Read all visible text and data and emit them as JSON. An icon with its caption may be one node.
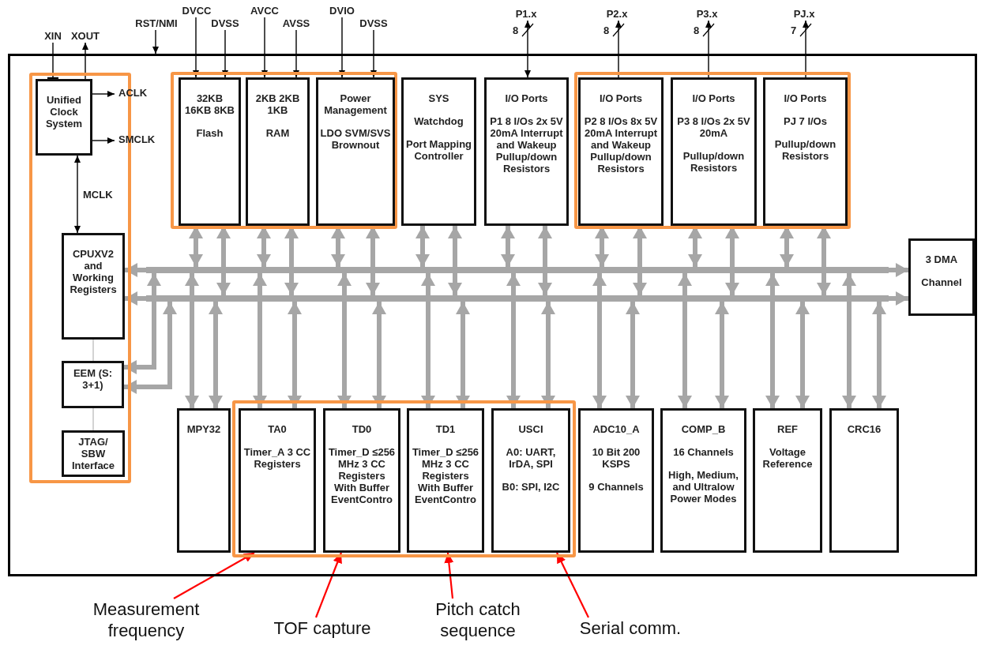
{
  "diagram": {
    "nodes": [
      {
        "text": [
          "XIN"
        ]
      },
      {
        "text": [
          "XOUT"
        ]
      },
      {
        "text": [
          "RST/NMI"
        ]
      },
      {
        "text": [
          "DVCC"
        ]
      },
      {
        "text": [
          "DVSS"
        ]
      },
      {
        "text": [
          "AVCC"
        ]
      },
      {
        "text": [
          "AVSS"
        ]
      },
      {
        "text": [
          "DVIO"
        ]
      },
      {
        "text": [
          "DVSS"
        ]
      },
      {
        "text": [
          "P1.x"
        ]
      },
      {
        "text": [
          "P2.x"
        ]
      },
      {
        "text": [
          "P3.x"
        ]
      },
      {
        "text": [
          "PJ.x"
        ]
      },
      {
        "text": [],
        "shape": "box"
      },
      {
        "text": [],
        "shape": "box",
        "in": 13
      },
      {
        "text": [
          "Unified Clock System"
        ],
        "in": 14
      },
      {
        "text": [
          "ACLK"
        ],
        "in": 13
      },
      {
        "text": [
          "SMCLK"
        ],
        "in": 13
      },
      {
        "text": [],
        "shape": "box",
        "in": 13
      },
      {
        "text": [
          "32KB 16KB 8KB",
          "Flash"
        ],
        "in": 18
      },
      {
        "text": [
          "2KB 2KB 1KB",
          "RAM"
        ],
        "in": 18
      },
      {
        "text": [
          "Power Management",
          "LDO SVM/SVS Brownout"
        ],
        "in": 18
      },
      {
        "text": [
          "SYS",
          "Watchdog",
          "Port Mapping Controller"
        ],
        "in": 13
      },
      {
        "text": [
          "I/O Ports",
          "P1 8 I/Os 2x 5V 20mA Interrupt and Wakeup Pullup/down Resistors"
        ],
        "in": 13
      },
      {
        "text": [],
        "shape": "box",
        "in": 13
      },
      {
        "text": [
          "I/O Ports",
          "P2 8 I/Os 8x 5V 20mA Interrupt and Wakeup Pullup/down Resistors"
        ],
        "in": 24
      },
      {
        "text": [
          "I/O Ports",
          "P3 8 I/Os 2x 5V 20mA",
          "Pullup/down Resistors"
        ],
        "in": 24
      },
      {
        "text": [
          "I/O Ports",
          "PJ 7 I/Os",
          "Pullup/down Resistors"
        ],
        "in": 24
      },
      {
        "text": [
          "CPUXV2 and Working Registers"
        ],
        "in": 14
      },
      {
        "text": [],
        "shape": "bar",
        "in": 13
      },
      {
        "text": [],
        "shape": "bar",
        "in": 13
      },
      {
        "text": [
          "3 DMA",
          "Channel"
        ],
        "in": 13
      },
      {
        "text": [
          "EEM (S: 3+1)"
        ],
        "in": 14
      },
      {
        "text": [
          "MPY32"
        ],
        "in": 13
      },
      {
        "text": [],
        "shape": "box",
        "in": 13
      },
      {
        "text": [
          "TA0",
          "Timer_A 3 CC Registers"
        ],
        "in": 34
      },
      {
        "text": [
          "TD0",
          "Timer_D ≤256 MHz 3 CC Registers With Buffer EventContro"
        ],
        "in": 34
      },
      {
        "text": [
          "TD1",
          "Timer_D ≤256 MHz 3 CC Registers With Buffer EventContro"
        ],
        "in": 34
      },
      {
        "text": [
          "USCI",
          "A0: UART, IrDA, SPI",
          "B0: SPI, I2C"
        ],
        "in": 34
      },
      {
        "text": [
          "ADC10_A",
          "10 Bit 200 KSPS",
          "9 Channels"
        ],
        "in": 13
      },
      {
        "text": [
          "COMP_B",
          "16 Channels",
          "High, Medium, and Ultralow Power Modes"
        ],
        "in": 13
      },
      {
        "text": [
          "REF",
          "Voltage Reference"
        ],
        "in": 13
      },
      {
        "text": [
          "CRC16"
        ],
        "in": 13
      },
      {
        "text": [
          "JTAG/ SBW Interface"
        ],
        "in": 14
      },
      {
        "text": [
          "Measurement frequency"
        ]
      },
      {
        "text": [
          "TOF capture"
        ]
      },
      {
        "text": [
          "Pitch catch sequence"
        ]
      },
      {
        "text": [
          "Serial comm."
        ]
      }
    ],
    "edges": [
      {
        "from": 0,
        "to": 15,
        "arrow": "other",
        "color": "#000000"
      },
      {
        "from": 15,
        "to": 1,
        "arrow": "to",
        "color": "#000000"
      },
      {
        "from": 2,
        "to": 13,
        "arrow": "to",
        "color": "#000000"
      },
      {
        "from": 3,
        "to": 19,
        "arrow": "to",
        "color": "#000000"
      },
      {
        "from": 4,
        "to": 19,
        "arrow": "to",
        "color": "#000000"
      },
      {
        "from": 5,
        "to": 20,
        "arrow": "to",
        "color": "#000000"
      },
      {
        "from": 6,
        "to": 20,
        "arrow": "to",
        "color": "#000000"
      },
      {
        "from": 7,
        "to": 21,
        "arrow": "to",
        "color": "#000000"
      },
      {
        "from": 8,
        "to": 21,
        "arrow": "to",
        "color": "#000000"
      },
      {
        "from": 23,
        "to": 9,
        "arrow": "both",
        "label": "8",
        "color": "#000000"
      },
      {
        "from": 25,
        "to": 10,
        "arrow": "to",
        "label": "8",
        "color": "#000000"
      },
      {
        "from": 26,
        "to": 11,
        "arrow": "to",
        "label": "8",
        "color": "#000000"
      },
      {
        "from": 27,
        "to": 12,
        "arrow": "to",
        "label": "7",
        "color": "#000000"
      },
      {
        "from": 15,
        "to": 16,
        "arrow": "to",
        "color": "#000000"
      },
      {
        "from": 15,
        "to": 17,
        "arrow": "to",
        "color": "#000000"
      },
      {
        "from": 15,
        "to": 28,
        "arrow": "both",
        "label": "MCLK",
        "color": "#000000"
      },
      {
        "from": 28,
        "to": 32,
        "arrow": "none",
        "color": "#c0c0c0"
      },
      {
        "from": 32,
        "to": 43,
        "arrow": "none",
        "color": "#c0c0c0"
      },
      {
        "from": 29,
        "to": 28,
        "arrow": "to"
      },
      {
        "from": 30,
        "to": 28,
        "arrow": "to"
      },
      {
        "from": 29,
        "to": 31,
        "arrow": "to"
      },
      {
        "from": 30,
        "to": 31,
        "arrow": "to"
      },
      {
        "from": 32,
        "to": 29,
        "arrow": "both"
      },
      {
        "from": 32,
        "to": 30,
        "arrow": "both"
      },
      {
        "from": 19,
        "to": 29,
        "arrow": "both"
      },
      {
        "from": 19,
        "to": 30,
        "arrow": "both"
      },
      {
        "from": 20,
        "to": 29,
        "arrow": "both"
      },
      {
        "from": 20,
        "to": 30,
        "arrow": "both"
      },
      {
        "from": 21,
        "to": 29,
        "arrow": "both"
      },
      {
        "from": 21,
        "to": 30,
        "arrow": "both"
      },
      {
        "from": 22,
        "to": 29,
        "arrow": "both"
      },
      {
        "from": 22,
        "to": 30,
        "arrow": "both"
      },
      {
        "from": 23,
        "to": 29,
        "arrow": "both"
      },
      {
        "from": 23,
        "to": 30,
        "arrow": "both"
      },
      {
        "from": 25,
        "to": 29,
        "arrow": "both"
      },
      {
        "from": 25,
        "to": 30,
        "arrow": "both"
      },
      {
        "from": 26,
        "to": 29,
        "arrow": "both"
      },
      {
        "from": 26,
        "to": 30,
        "arrow": "both"
      },
      {
        "from": 27,
        "to": 29,
        "arrow": "both"
      },
      {
        "from": 27,
        "to": 30,
        "arrow": "both"
      },
      {
        "from": 33,
        "to": 29,
        "arrow": "both"
      },
      {
        "from": 33,
        "to": 30,
        "arrow": "both"
      },
      {
        "from": 35,
        "to": 29,
        "arrow": "both"
      },
      {
        "from": 35,
        "to": 30,
        "arrow": "both"
      },
      {
        "from": 36,
        "to": 29,
        "arrow": "both"
      },
      {
        "from": 36,
        "to": 30,
        "arrow": "both"
      },
      {
        "from": 37,
        "to": 29,
        "arrow": "both"
      },
      {
        "from": 37,
        "to": 30,
        "arrow": "both"
      },
      {
        "from": 38,
        "to": 29,
        "arrow": "both"
      },
      {
        "from": 38,
        "to": 30,
        "arrow": "both"
      },
      {
        "from": 39,
        "to": 29,
        "arrow": "both"
      },
      {
        "from": 39,
        "to": 30,
        "arrow": "both"
      },
      {
        "from": 40,
        "to": 29,
        "arrow": "both"
      },
      {
        "from": 40,
        "to": 30,
        "arrow": "both"
      },
      {
        "from": 41,
        "to": 29,
        "arrow": "both"
      },
      {
        "from": 41,
        "to": 30,
        "arrow": "both"
      },
      {
        "from": 42,
        "to": 29,
        "arrow": "both"
      },
      {
        "from": 42,
        "to": 30,
        "arrow": "both"
      },
      {
        "from": 44,
        "to": 35,
        "arrow": "to",
        "color": "#ff0000"
      },
      {
        "from": 45,
        "to": 36,
        "arrow": "to",
        "color": "#ff0000"
      },
      {
        "from": 46,
        "to": 37,
        "arrow": "to",
        "color": "#ff0000"
      },
      {
        "from": 47,
        "to": 38,
        "arrow": "to",
        "color": "#ff0000"
      }
    ]
  }
}
